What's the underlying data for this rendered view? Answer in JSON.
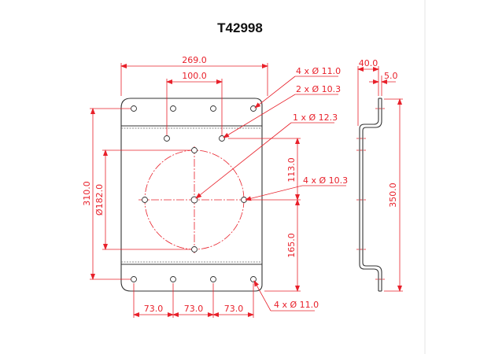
{
  "title": "T42998",
  "colors": {
    "dimension": "#e8202a",
    "outline": "#333333",
    "background": "#ffffff"
  },
  "front_view": {
    "width_label": "269.0",
    "inner_hole_spacing_label": "100.0",
    "height_label": "310.0",
    "circle_diameter_label": "Ø182.0",
    "upper_offset_label": "113.0",
    "lower_offset_label": "165.0",
    "bottom_spacing_labels": [
      "73.0",
      "73.0",
      "73.0"
    ],
    "callouts": {
      "top_corner_holes": "4 x Ø 11.0",
      "upper_middle_holes": "2 x Ø 10.3",
      "center_hole": "1 x Ø 12.3",
      "circle_holes": "4 x Ø 10.3",
      "bottom_corner_holes": "4 x Ø 11.0"
    }
  },
  "side_view": {
    "offset_label": "40.0",
    "thickness_label": "5.0",
    "height_label": "350.0"
  }
}
